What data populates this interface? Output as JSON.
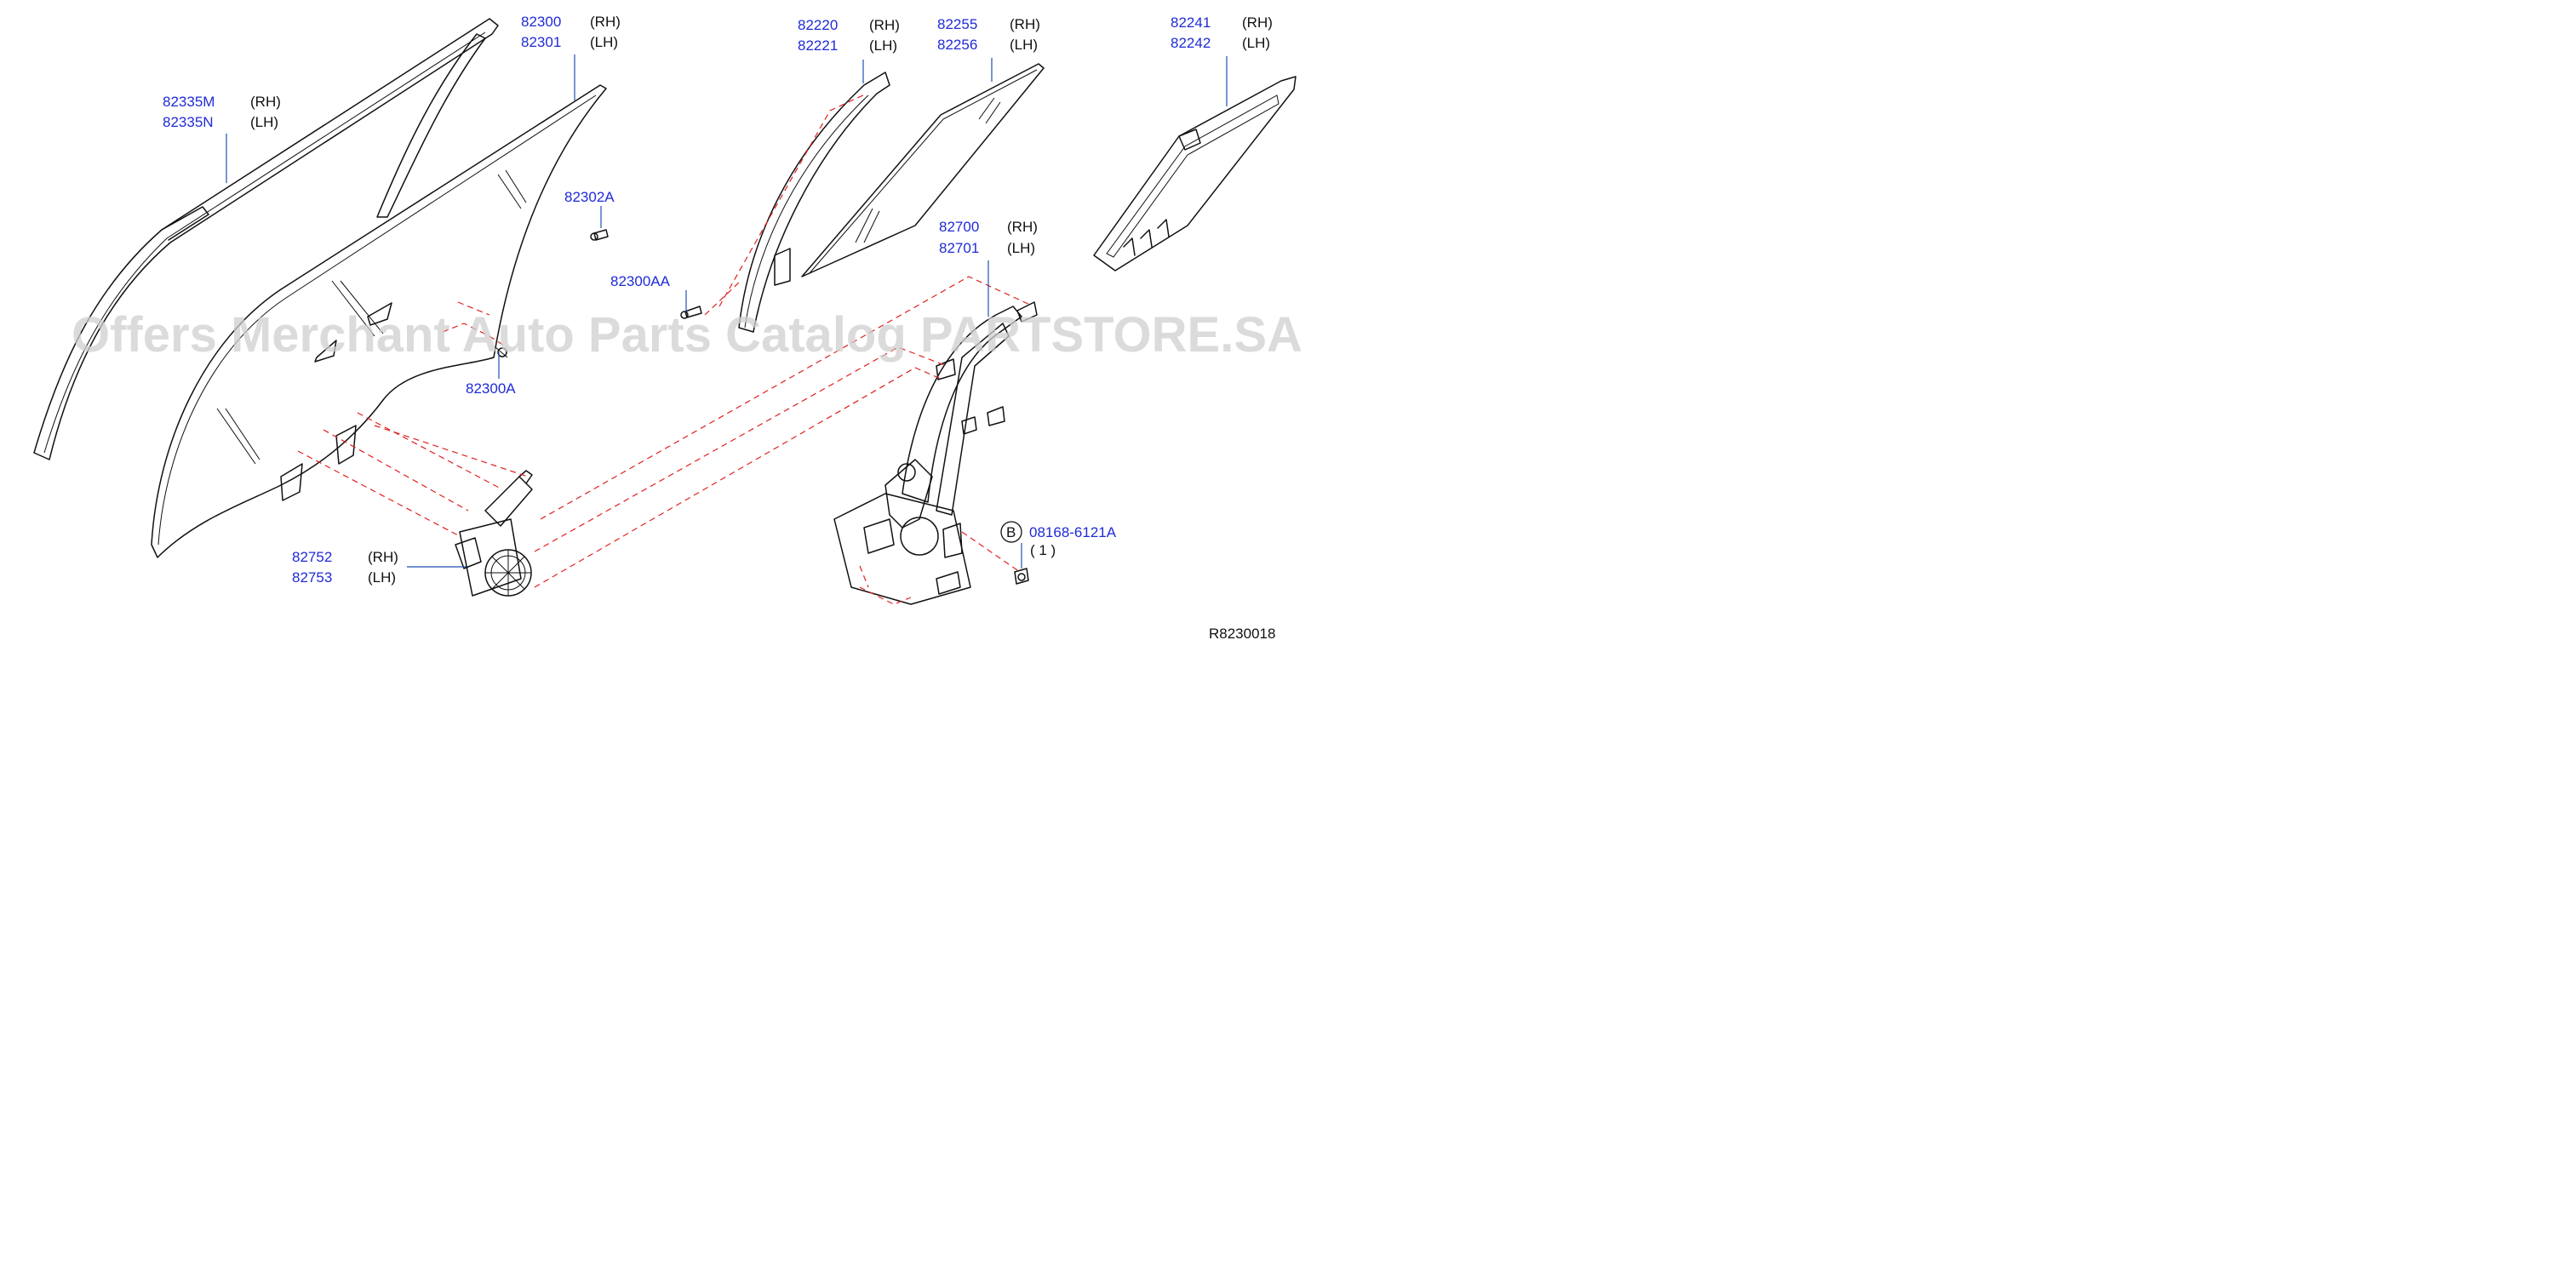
{
  "callouts": [
    {
      "part_rh": "82335M",
      "part_lh": "82335N",
      "side_rh": "(RH)",
      "side_lh": "(LH)"
    },
    {
      "part_rh": "82300",
      "part_lh": "82301",
      "side_rh": "(RH)",
      "side_lh": "(LH)"
    },
    {
      "part": "82302A"
    },
    {
      "part": "82300AA"
    },
    {
      "part": "82300A"
    },
    {
      "part_rh": "82220",
      "part_lh": "82221",
      "side_rh": "(RH)",
      "side_lh": "(LH)"
    },
    {
      "part_rh": "82255",
      "part_lh": "82256",
      "side_rh": "(RH)",
      "side_lh": "(LH)"
    },
    {
      "part_rh": "82241",
      "part_lh": "82242",
      "side_rh": "(RH)",
      "side_lh": "(LH)"
    },
    {
      "part_rh": "82700",
      "part_lh": "82701",
      "side_rh": "(RH)",
      "side_lh": "(LH)"
    },
    {
      "part_rh": "82752",
      "part_lh": "82753",
      "side_rh": "(RH)",
      "side_lh": "(LH)"
    },
    {
      "marker": "B",
      "part": "08168-6121A",
      "qty": "( 1 )"
    }
  ],
  "watermark": "Offers Merchant Auto Parts Catalog PARTSTORE.SA",
  "diagram_ref": "R8230018",
  "colors": {
    "part_number": "#1f2bd6",
    "dashed_line": "#e02020",
    "watermark": "#cfcfcf"
  }
}
